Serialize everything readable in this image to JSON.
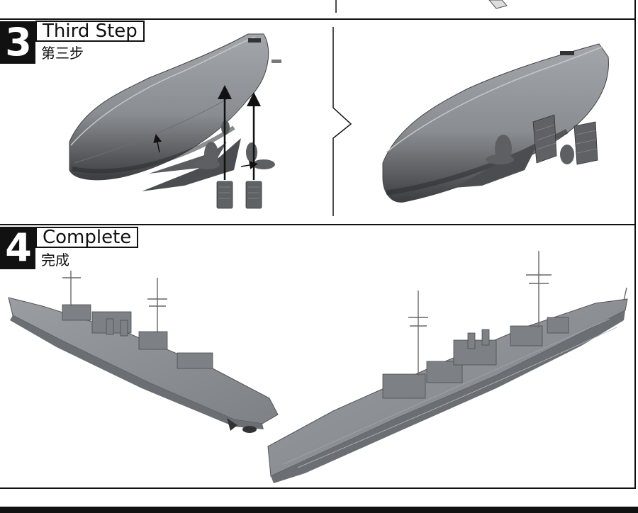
{
  "step3": {
    "number": "3",
    "title": "Third Step",
    "subtitle": "第三步"
  },
  "step4": {
    "number": "4",
    "title": "Complete",
    "subtitle": "完成"
  },
  "colors": {
    "hull": "#8c8f93",
    "hull_dark": "#55575a",
    "shadow": "#2a2a2c",
    "ink": "#111111"
  }
}
